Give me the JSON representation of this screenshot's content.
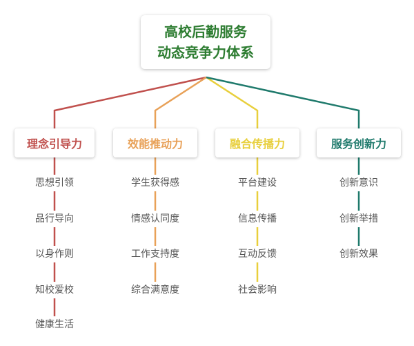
{
  "root": {
    "line1": "高校后勤服务",
    "line2": "动态竞争力体系"
  },
  "categories": [
    {
      "label": "理念引导力",
      "color": "#c0504d",
      "items": [
        "思想引领",
        "品行导向",
        "以身作则",
        "知校爱校",
        "健康生活"
      ]
    },
    {
      "label": "效能推动力",
      "color": "#e8a158",
      "items": [
        "学生获得感",
        "情感认同度",
        "工作支持度",
        "综合满意度"
      ]
    },
    {
      "label": "融合传播力",
      "color": "#e8cf3c",
      "items": [
        "平台建设",
        "信息传播",
        "互动反馈",
        "社会影响"
      ]
    },
    {
      "label": "服务创新力",
      "color": "#1f7a6c",
      "items": [
        "创新意识",
        "创新举措",
        "创新效果"
      ]
    }
  ]
}
